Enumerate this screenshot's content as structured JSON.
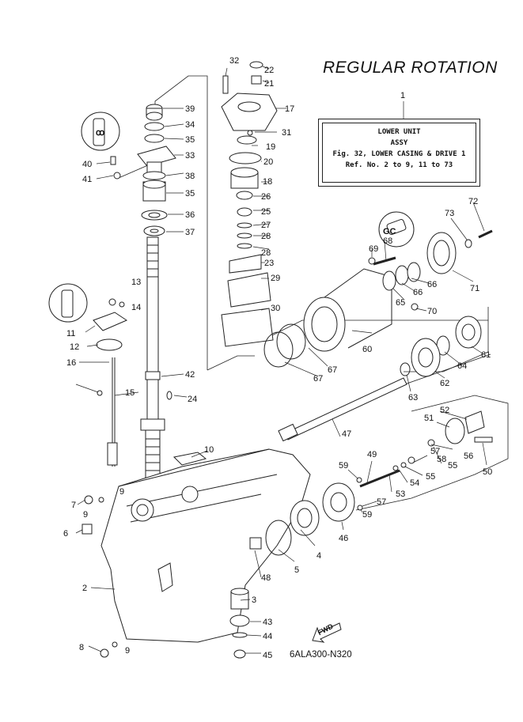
{
  "diagram": {
    "title": "REGULAR ROTATION",
    "drawing_code": "6ALA300-N320",
    "fwd_label": "FWD",
    "info_box": {
      "ref_number": "1",
      "line1": "LOWER UNIT",
      "line2": "ASSY",
      "line3": "Fig. 32, LOWER CASING & DRIVE 1",
      "line4": "Ref. No. 2 to 9, 11 to 73"
    },
    "callouts": [
      "2",
      "3",
      "4",
      "5",
      "6",
      "7",
      "8",
      "9",
      "9",
      "9",
      "10",
      "11",
      "12",
      "13",
      "14",
      "15",
      "16",
      "17",
      "18",
      "19",
      "20",
      "21",
      "22",
      "23",
      "24",
      "25",
      "26",
      "27",
      "28",
      "28",
      "29",
      "30",
      "31",
      "32",
      "33",
      "34",
      "35",
      "35",
      "36",
      "37",
      "38",
      "39",
      "40",
      "41",
      "42",
      "43",
      "44",
      "45",
      "46",
      "47",
      "48",
      "49",
      "50",
      "51",
      "52",
      "53",
      "54",
      "55",
      "55",
      "56",
      "57",
      "57",
      "58",
      "59",
      "59",
      "60",
      "61",
      "62",
      "63",
      "64",
      "65",
      "66",
      "66",
      "67",
      "67",
      "68",
      "69",
      "70",
      "71",
      "72",
      "73"
    ]
  }
}
